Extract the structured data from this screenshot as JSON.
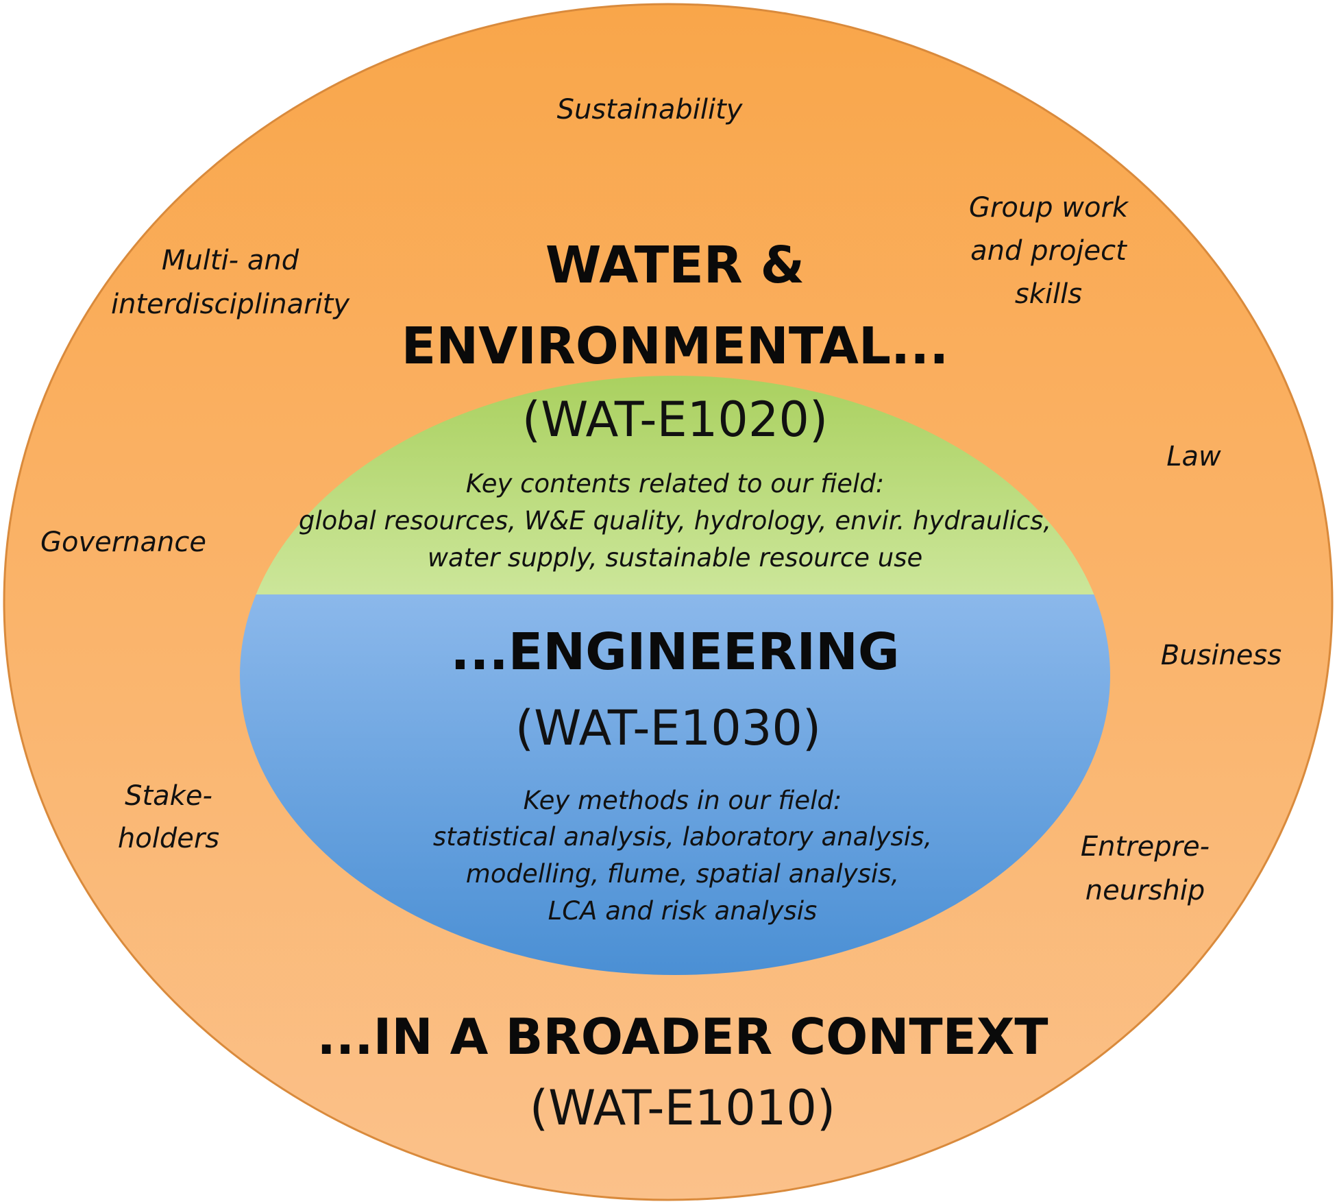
{
  "colors": {
    "outer_top": "#F9A64A",
    "outer_bottom": "#FBC18A",
    "outer_stroke": "#D98A3C",
    "green_top": "#A9D05E",
    "green_bottom": "#CCE69A",
    "blue_top": "#8BB8EB",
    "blue_bottom": "#4A8FD4"
  },
  "outer_ring": {
    "title": "...IN A BROADER CONTEXT",
    "code": "(WAT-E1010)",
    "topics": {
      "sustainability": [
        "Sustainability"
      ],
      "multi": [
        "Multi- and",
        "interdisciplinarity"
      ],
      "group": [
        "Group work",
        "and project",
        "skills"
      ],
      "law": [
        "Law"
      ],
      "governance": [
        "Governance"
      ],
      "business": [
        "Business"
      ],
      "stakeholders": [
        "Stake-",
        "holders"
      ],
      "entrepreneurship": [
        "Entrepre-",
        "neurship"
      ]
    }
  },
  "green_section": {
    "title_lines": [
      "WATER &",
      "ENVIRONMENTAL..."
    ],
    "code": "(WAT-E1020)",
    "description_lines": [
      "Key contents related to our field:",
      "global resources, W&E quality, hydrology, envir. hydraulics,",
      "water supply, sustainable resource use"
    ]
  },
  "blue_section": {
    "title": "...ENGINEERING",
    "code": "(WAT-E1030)",
    "description_lines": [
      "Key methods in our field:",
      "statistical analysis, laboratory analysis,",
      "modelling, flume, spatial analysis,",
      "LCA and risk analysis"
    ]
  }
}
